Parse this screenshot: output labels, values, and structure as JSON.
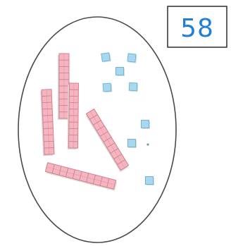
{
  "answer_box": {
    "value": "58"
  },
  "base_ten_blocks": {
    "tens_rods": 5,
    "ones_cubes": 8,
    "colors": {
      "rod_fill": "#f3b6c1",
      "rod_grid": "#d77d8e",
      "cube_fill": "#a9d8ee",
      "cube_edge": "#6fb5d6",
      "outline": "#4a4a4a",
      "answer_text": "#1e7fd8"
    }
  }
}
